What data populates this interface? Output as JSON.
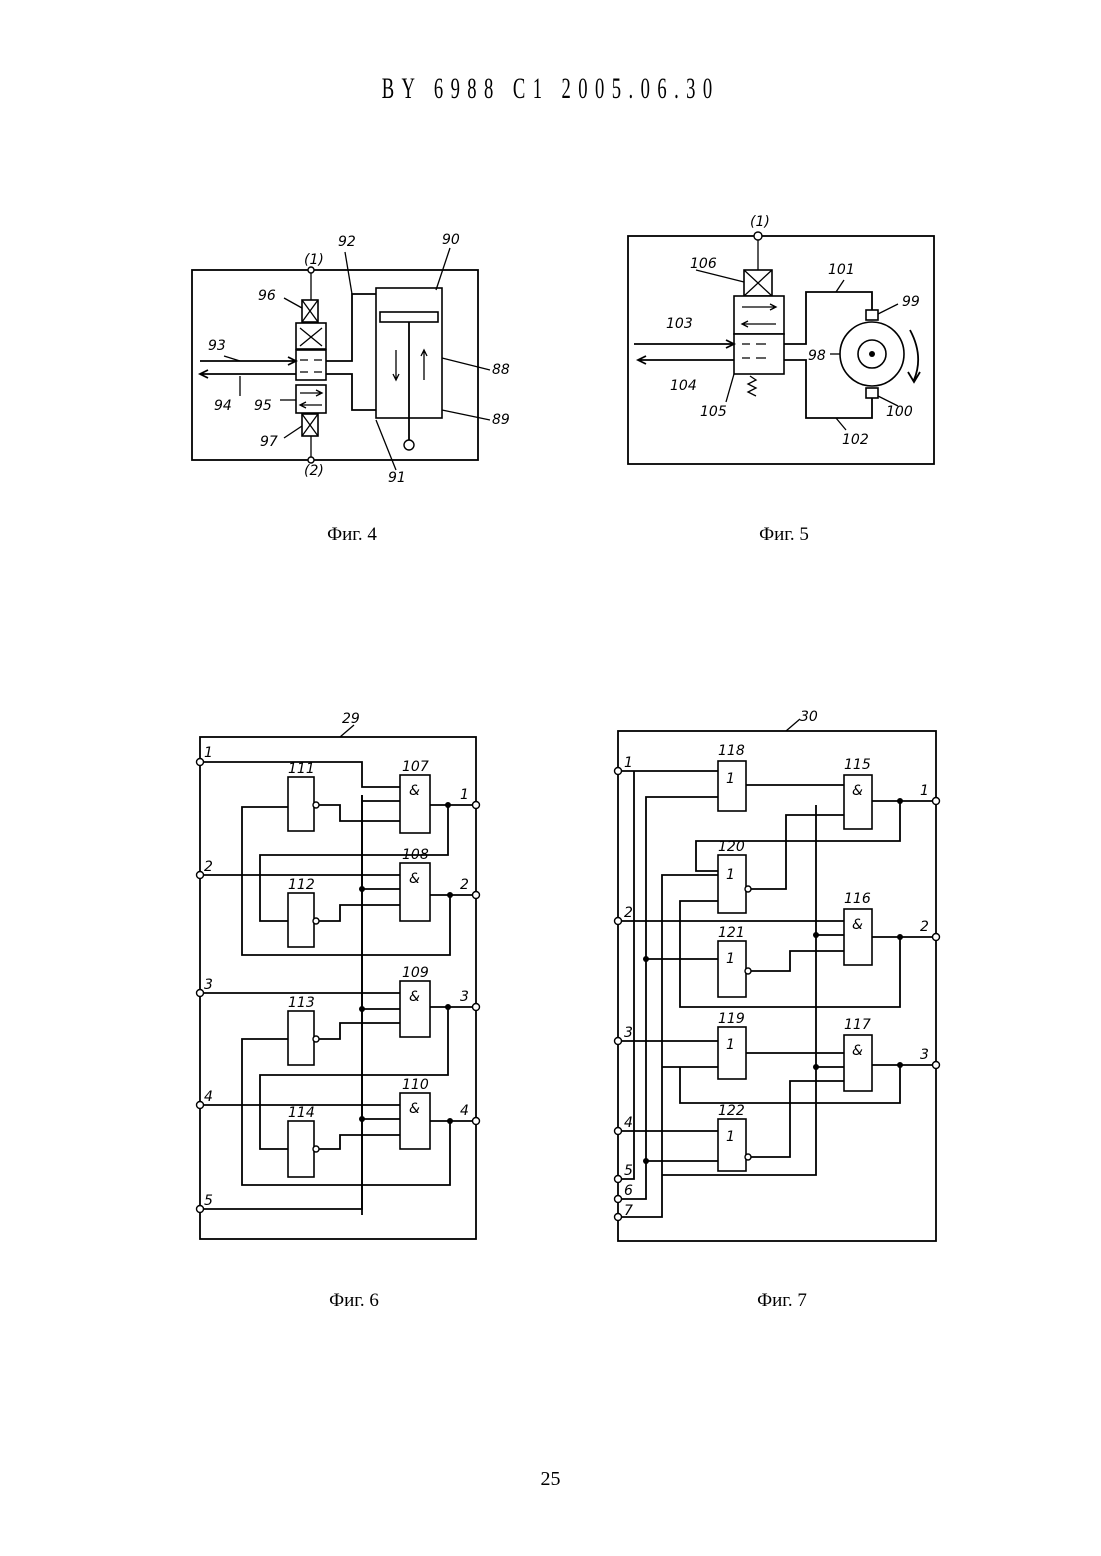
{
  "header": {
    "text": "BY 6988 C1 2005.06.30"
  },
  "page_number": "25",
  "figures": {
    "fig4": {
      "caption": "Фиг. 4",
      "labels": [
        "(1)",
        "(2)",
        "96",
        "97",
        "93",
        "94",
        "95",
        "92",
        "90",
        "88",
        "89",
        "91"
      ]
    },
    "fig5": {
      "caption": "Фиг. 5",
      "labels": [
        "(1)",
        "106",
        "101",
        "99",
        "103",
        "104",
        "105",
        "98",
        "100",
        "102"
      ]
    },
    "fig6": {
      "caption": "Фиг. 6",
      "block_id": "29",
      "inputs": [
        "1",
        "2",
        "3",
        "4",
        "5"
      ],
      "outputs": [
        "1",
        "2",
        "3",
        "4"
      ],
      "and_gates": [
        {
          "id": "107",
          "symbol": "&"
        },
        {
          "id": "108",
          "symbol": "&"
        },
        {
          "id": "109",
          "symbol": "&"
        },
        {
          "id": "110",
          "symbol": "&"
        }
      ],
      "inverters": [
        "111",
        "112",
        "113",
        "114"
      ]
    },
    "fig7": {
      "caption": "Фиг. 7",
      "block_id": "30",
      "inputs": [
        "1",
        "2",
        "3",
        "4",
        "5",
        "6",
        "7"
      ],
      "outputs": [
        "1",
        "2",
        "3"
      ],
      "and_gates": [
        {
          "id": "115",
          "symbol": "&"
        },
        {
          "id": "116",
          "symbol": "&"
        },
        {
          "id": "117",
          "symbol": "&"
        }
      ],
      "or_gates": [
        {
          "id": "118",
          "symbol": "1"
        },
        {
          "id": "120",
          "symbol": "1"
        },
        {
          "id": "121",
          "symbol": "1"
        },
        {
          "id": "119",
          "symbol": "1"
        },
        {
          "id": "122",
          "symbol": "1"
        }
      ]
    }
  }
}
